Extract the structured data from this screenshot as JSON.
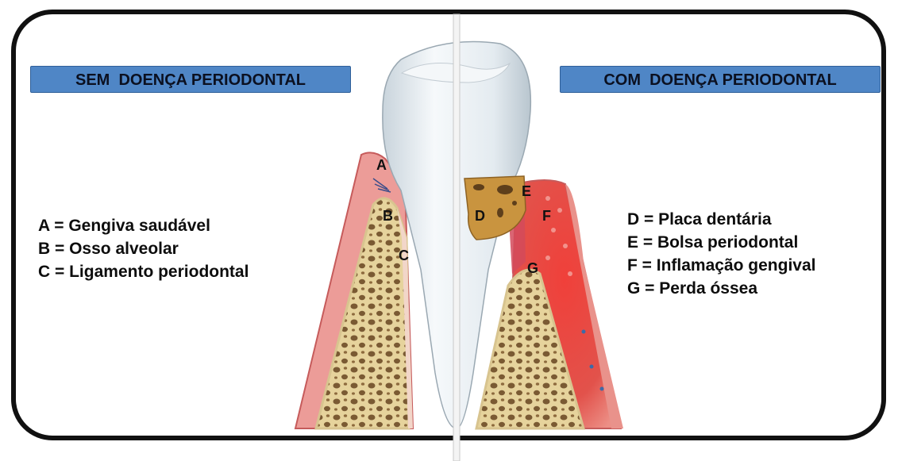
{
  "panels": {
    "left_title": "SEM  DOENÇA PERIODONTAL",
    "right_title": "COM  DOENÇA PERIODONTAL"
  },
  "markers": {
    "a": "A",
    "b": "B",
    "c": "C",
    "d": "D",
    "e": "E",
    "f": "F",
    "g": "G"
  },
  "legend_left": [
    "A = Gengiva saudável",
    "B = Osso alveolar",
    "C = Ligamento periodontal"
  ],
  "legend_right": [
    "D = Placa dentária",
    "E = Bolsa periodontal",
    "F = Inflamação gengival",
    "G = Perda óssea"
  ],
  "colors": {
    "frame": "#111111",
    "title_bg": "#4f86c6",
    "gum": "#e98f8f",
    "inflamed_gum": "#e23a34",
    "bone": "#e9d9a8",
    "bone_pores": "#7a5a33",
    "tooth": "#e8eef2",
    "plaque": "#c7923f"
  }
}
